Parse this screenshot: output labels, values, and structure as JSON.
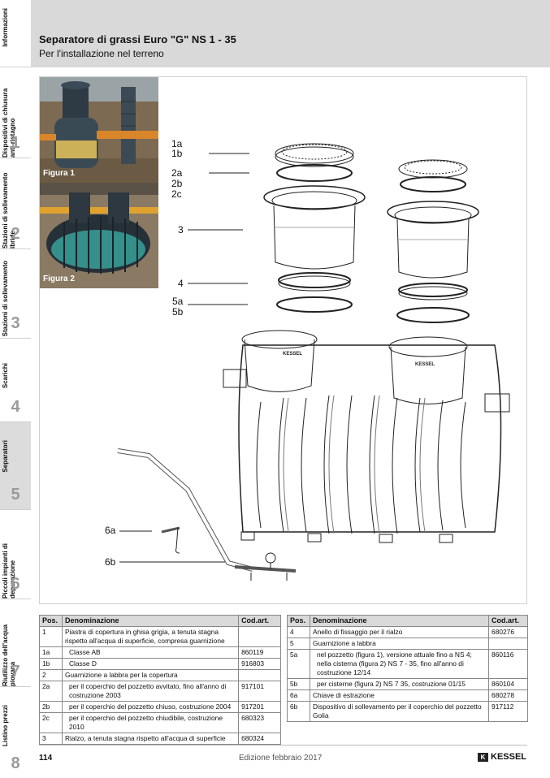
{
  "sidebar": {
    "tabs": [
      {
        "label": "Informazioni",
        "num": ""
      },
      {
        "label": "Dispositivi di chiusura anti-ristagno",
        "num": "1"
      },
      {
        "label": "Stazioni di sollevamento ibride",
        "num": "2"
      },
      {
        "label": "Stazioni di sollevamento",
        "num": "3"
      },
      {
        "label": "Scarichi",
        "num": "4"
      },
      {
        "label": "Separatori",
        "num": "5"
      },
      {
        "label": "Piccoli impianti di depurazione",
        "num": "6"
      },
      {
        "label": "Riutilizzo dell'acqua piovana",
        "num": "7"
      },
      {
        "label": "Listino prezzi",
        "num": "8"
      }
    ]
  },
  "header": {
    "title": "Separatore di grassi Euro \"G\" NS 1 - 35",
    "subtitle": "Per l'installazione nel terreno"
  },
  "figure": {
    "photo1_caption": "Figura 1",
    "photo2_caption": "Figura 2",
    "labels": {
      "l1a": "1a",
      "l1b": "1b",
      "l2a": "2a",
      "l2b": "2b",
      "l2c": "2c",
      "l3": "3",
      "l4": "4",
      "l5a": "5a",
      "l5b": "5b",
      "l6a": "6a",
      "l6b": "6b"
    },
    "brand_mark": "KESSEL"
  },
  "table_left": {
    "headers": {
      "pos": "Pos.",
      "name": "Denominazione",
      "code": "Cod.art."
    },
    "rows": [
      {
        "pos": "1",
        "name": "Piastra di copertura in ghisa grigia, a tenuta stagna rispetto all'acqua di superficie, compresa guarnizione",
        "code": ""
      },
      {
        "pos": "1a",
        "name": "Classe AB",
        "code": "860119"
      },
      {
        "pos": "1b",
        "name": "Classe D",
        "code": "916803"
      },
      {
        "pos": "2",
        "name": "Guarnizione a labbra per la copertura",
        "code": ""
      },
      {
        "pos": "2a",
        "name": "per il coperchio del pozzetto avvitato, fino all'anno di costruzione 2003",
        "code": "917101"
      },
      {
        "pos": "2b",
        "name": "per il coperchio del pozzetto chiuso, costruzione 2004",
        "code": "917201"
      },
      {
        "pos": "2c",
        "name": "per il coperchio del pozzetto chiudibile, costruzione 2010",
        "code": "680323"
      },
      {
        "pos": "3",
        "name": "Rialzo, a tenuta stagna rispetto all'acqua di superficie",
        "code": "680324"
      }
    ]
  },
  "table_right": {
    "headers": {
      "pos": "Pos.",
      "name": "Denominazione",
      "code": "Cod.art."
    },
    "rows": [
      {
        "pos": "4",
        "name": "Anello di fissaggio per il rialzo",
        "code": "680276"
      },
      {
        "pos": "5",
        "name": "Guarnizione a labbra",
        "code": ""
      },
      {
        "pos": "5a",
        "name": "nel pozzetto (figura 1), versione attuale fino a NS 4; nella cisterna (figura 2) NS 7 - 35, fino all'anno di costruzione 12/14",
        "code": "860116"
      },
      {
        "pos": "5b",
        "name": "per cisterne (figura 2) NS 7 35, costruzione 01/15",
        "code": "860104"
      },
      {
        "pos": "6a",
        "name": "Chiave di estrazione",
        "code": "680278"
      },
      {
        "pos": "6b",
        "name": "Dispositivo di sollevamento per il coperchio del pozzetto Golia",
        "code": "917112"
      }
    ]
  },
  "footer": {
    "page": "114",
    "edition": "Edizione febbraio 2017",
    "logo_text": "KESSEL",
    "logo_mark": "K"
  }
}
